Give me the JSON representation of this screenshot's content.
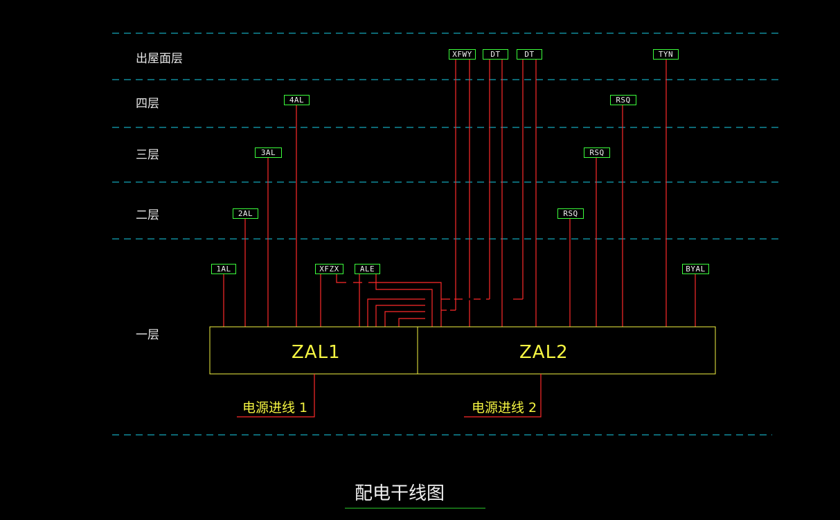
{
  "floors": [
    {
      "id": "roof",
      "label": "出屋面层"
    },
    {
      "id": "f4",
      "label": "四层"
    },
    {
      "id": "f3",
      "label": "三层"
    },
    {
      "id": "f2",
      "label": "二层"
    },
    {
      "id": "f1",
      "label": "一层"
    }
  ],
  "tags": {
    "1AL": "1AL",
    "2AL": "2AL",
    "3AL": "3AL",
    "4AL": "4AL",
    "XFZX": "XFZX",
    "ALE": "ALE",
    "XFWY": "XFWY",
    "DT1": "DT",
    "DT2": "DT",
    "RSQ2": "RSQ",
    "RSQ3": "RSQ",
    "RSQ4": "RSQ",
    "TYN": "TYN",
    "BYAL": "BYAL"
  },
  "panels": {
    "zal1": "ZAL1",
    "zal2": "ZAL2"
  },
  "feeds": {
    "feed1": "电源进线 1",
    "feed2": "电源进线 2"
  },
  "title": "配电干线图",
  "colors": {
    "grid": "#19d0e8",
    "riser": "#ff2a2a",
    "panel": "#f5f542",
    "tag_border": "#3cff3c",
    "title_underline": "#2bd52b"
  }
}
